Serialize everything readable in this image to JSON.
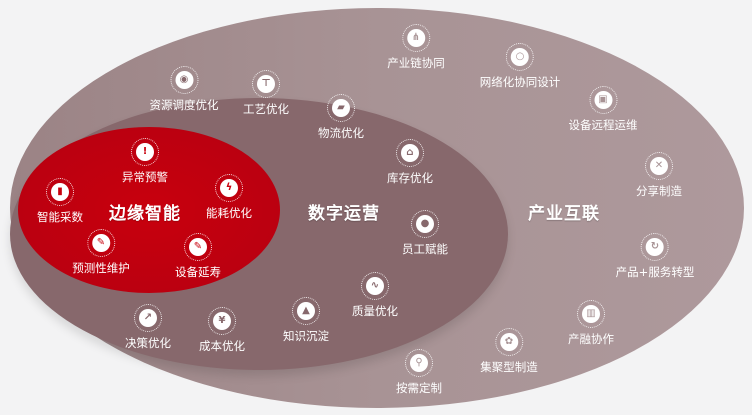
{
  "colors": {
    "background": "#f3f3f4",
    "outer_ring": "#a89395",
    "middle_ring": "#87686c",
    "inner_core": "#c8000d",
    "text": "#ffffff"
  },
  "zones": {
    "inner": {
      "title": "边缘智能"
    },
    "middle": {
      "title": "数字运营"
    },
    "outer": {
      "title": "产业互联"
    }
  },
  "inner_items": [
    {
      "label": "异常预警",
      "icon": "warning-icon",
      "glyph": "!"
    },
    {
      "label": "智能采数",
      "icon": "monitor-chart-icon",
      "glyph": "▮"
    },
    {
      "label": "能耗优化",
      "icon": "energy-drop-icon",
      "glyph": "ϟ"
    },
    {
      "label": "预测性维护",
      "icon": "maintenance-card-icon",
      "glyph": "✎"
    },
    {
      "label": "设备延寿",
      "icon": "device-card-icon",
      "glyph": "✎"
    }
  ],
  "middle_items": [
    {
      "label": "资源调度优化",
      "icon": "globe-icon",
      "glyph": "◉"
    },
    {
      "label": "工艺优化",
      "icon": "hierarchy-icon",
      "glyph": "⊤"
    },
    {
      "label": "物流优化",
      "icon": "truck-icon",
      "glyph": "▰"
    },
    {
      "label": "库存优化",
      "icon": "warehouse-icon",
      "glyph": "⌂"
    },
    {
      "label": "员工赋能",
      "icon": "employee-icon",
      "glyph": "●"
    },
    {
      "label": "质量优化",
      "icon": "monitor-pulse-icon",
      "glyph": "∿"
    },
    {
      "label": "知识沉淀",
      "icon": "graduation-cap-icon",
      "glyph": "▲"
    },
    {
      "label": "成本优化",
      "icon": "money-bag-icon",
      "glyph": "¥"
    },
    {
      "label": "决策优化",
      "icon": "trend-bubble-icon",
      "glyph": "↗"
    }
  ],
  "outer_items": [
    {
      "label": "产业链协同",
      "icon": "share-nodes-icon",
      "glyph": "⋔"
    },
    {
      "label": "网络化协同设计",
      "icon": "cycle-nodes-icon",
      "glyph": "○"
    },
    {
      "label": "设备远程运维",
      "icon": "remote-device-icon",
      "glyph": "▣"
    },
    {
      "label": "分享制造",
      "icon": "wrench-icon",
      "glyph": "✕"
    },
    {
      "label": "产品+服务转型",
      "icon": "refresh-icon",
      "glyph": "↻"
    },
    {
      "label": "产融协作",
      "icon": "bar-chart-icon",
      "glyph": "▥"
    },
    {
      "label": "集聚型制造",
      "icon": "gears-icon",
      "glyph": "✿"
    },
    {
      "label": "按需定制",
      "icon": "search-gear-icon",
      "glyph": "⚲"
    }
  ]
}
